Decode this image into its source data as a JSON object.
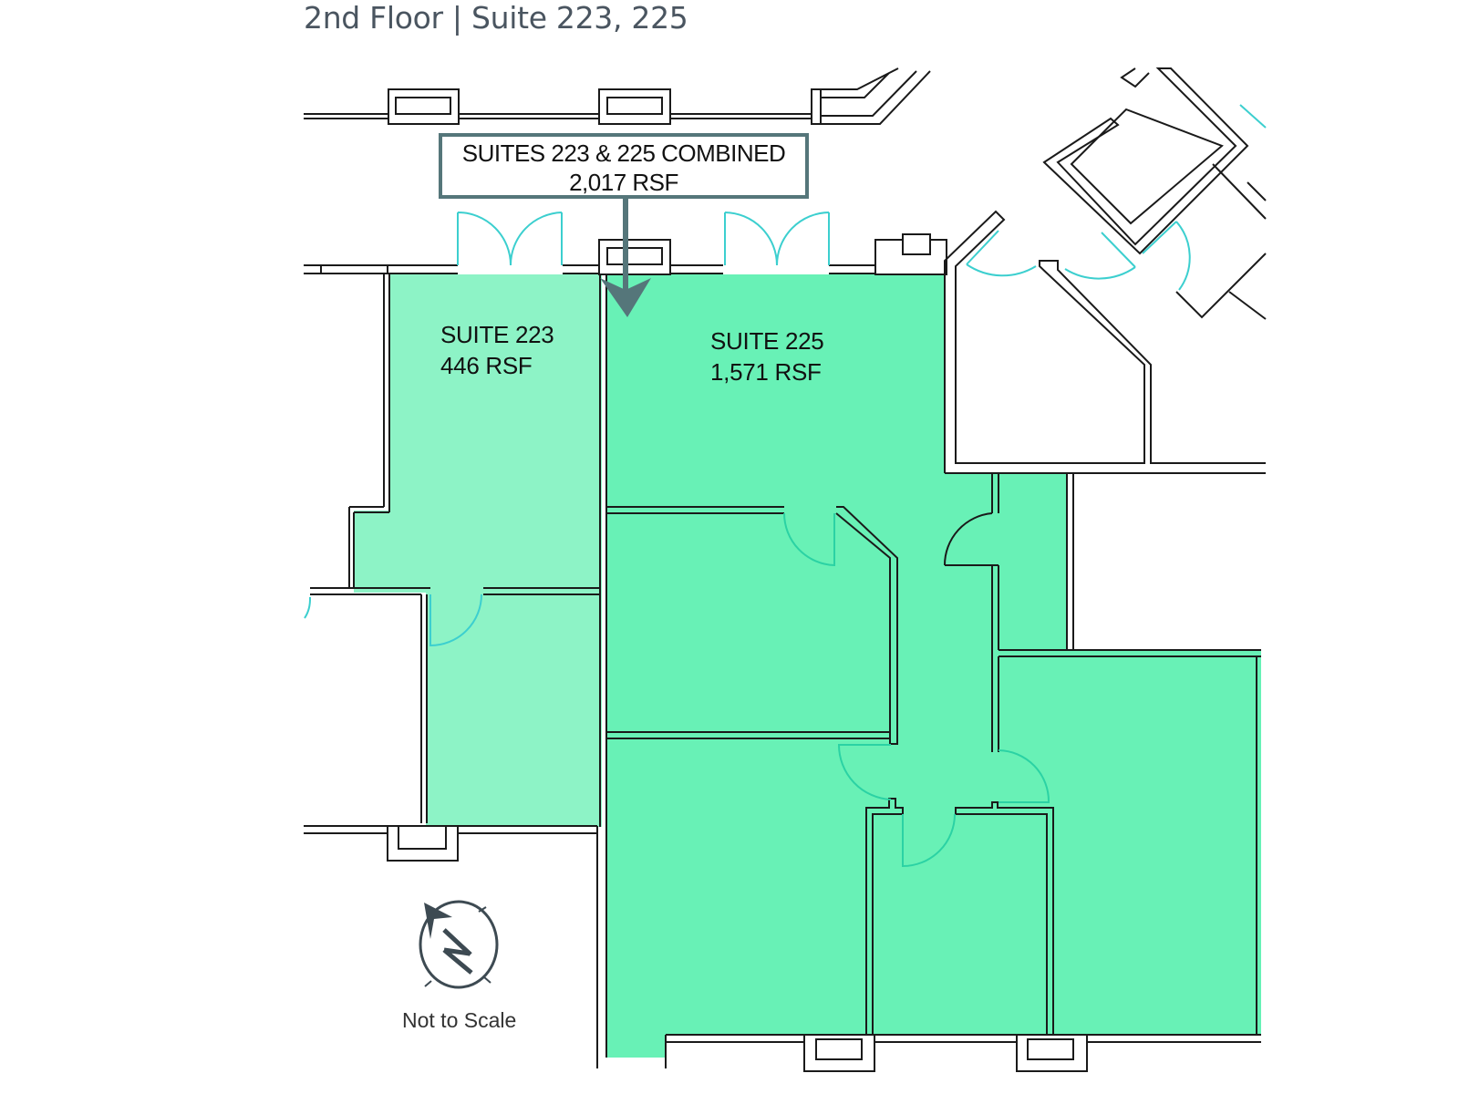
{
  "header": {
    "title": "2nd Floor | Suite 223, 225"
  },
  "callout": {
    "line1": "SUITES 223 & 225 COMBINED",
    "line2": "2,017 RSF"
  },
  "suites": [
    {
      "name": "SUITE 223",
      "area": "446 RSF",
      "fill": "#8df3c6"
    },
    {
      "name": "SUITE 225",
      "area": "1,571 RSF",
      "fill": "#68f1b6"
    }
  ],
  "colors": {
    "wall": "#1a1a1a",
    "door": "#3ccfcf",
    "callout_border": "#55767a",
    "title": "#4a5560"
  },
  "compass": {
    "icon": "north-arrow-icon",
    "letter": "N"
  },
  "footer": {
    "scale_note": "Not to Scale"
  }
}
